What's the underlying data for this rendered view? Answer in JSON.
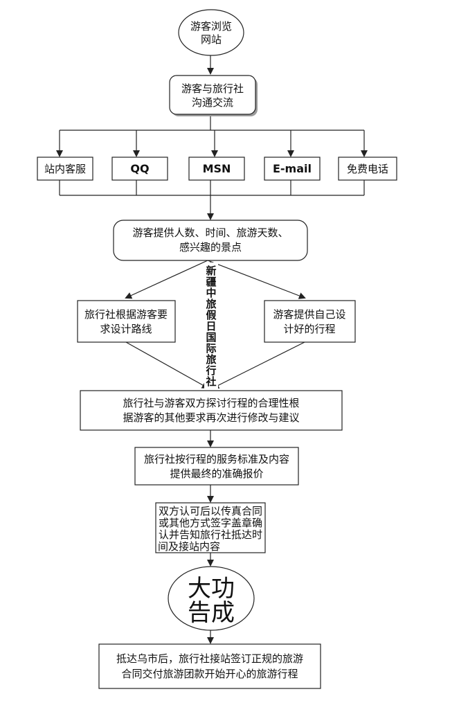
{
  "flowchart": {
    "start": [
      "游客浏览",
      "网站"
    ],
    "communicate": [
      "游客与旅行社",
      "沟通交流"
    ],
    "channels": [
      {
        "label": "站内客服"
      },
      {
        "label": "QQ"
      },
      {
        "label": "MSN"
      },
      {
        "label": "E-mail"
      },
      {
        "label": "免费电话"
      }
    ],
    "provide_info": [
      "游客提供人数、时间、旅游天数、",
      "感兴趣的景点"
    ],
    "agency_design": [
      "旅行社根据游客要",
      "求设计路线"
    ],
    "tourist_design": [
      "游客提供自己设",
      "计好的行程"
    ],
    "watermark": [
      "新",
      "疆",
      "中",
      "旅",
      "假",
      "日",
      "国",
      "际",
      "旅",
      "行",
      "社"
    ],
    "discuss": [
      "旅行社与游客双方探讨行程的合理性根",
      "据游客的其他要求再次进行修改与建议"
    ],
    "quote": [
      "旅行社按行程的服务标准及内容",
      "提供最终的准确报价"
    ],
    "contract": [
      "双方认可后以传真合同",
      "或其他方式签字盖章确",
      "认并告知旅行社抵达时",
      "间及接站内容"
    ],
    "success": [
      "大功",
      "告成"
    ],
    "final": [
      "抵达乌市后，旅行社接站签订正规的旅游",
      "合同交付旅游团款开始开心的旅游行程"
    ]
  }
}
